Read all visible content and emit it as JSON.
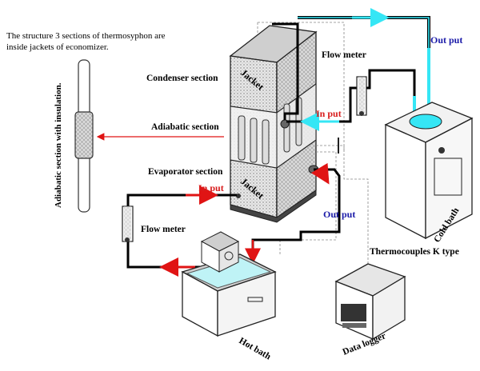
{
  "note": {
    "line1": "The structure 3 sections of thermosyphon are",
    "line2": "inside jackets of economizer."
  },
  "labels": {
    "condenser": "Condenser section",
    "adiabatic": "Adiabatic section",
    "evaporator": "Evaporator section",
    "jacket_top": "Jacket",
    "jacket_bottom": "Jacket",
    "adiabatic_insulation": "Adiabatic section with insulation.",
    "flow_meter_top": "Flow meter",
    "flow_meter_left": "Flow meter",
    "out_put_top": "Out put",
    "out_put_mid": "Out put",
    "in_put_top": "In put",
    "in_put_left": "In put",
    "cold_bath": "Cold bath",
    "hot_bath": "Hot bath",
    "thermocouples": "Thermocouples K type",
    "data_logger": "Data logger"
  },
  "colors": {
    "cold_flow": "#35e6f5",
    "hot_flow_arrow": "#e01414",
    "out_text": "#1a1aa8",
    "in_text": "#d81b1b",
    "hot_water": "#bff3f6"
  }
}
